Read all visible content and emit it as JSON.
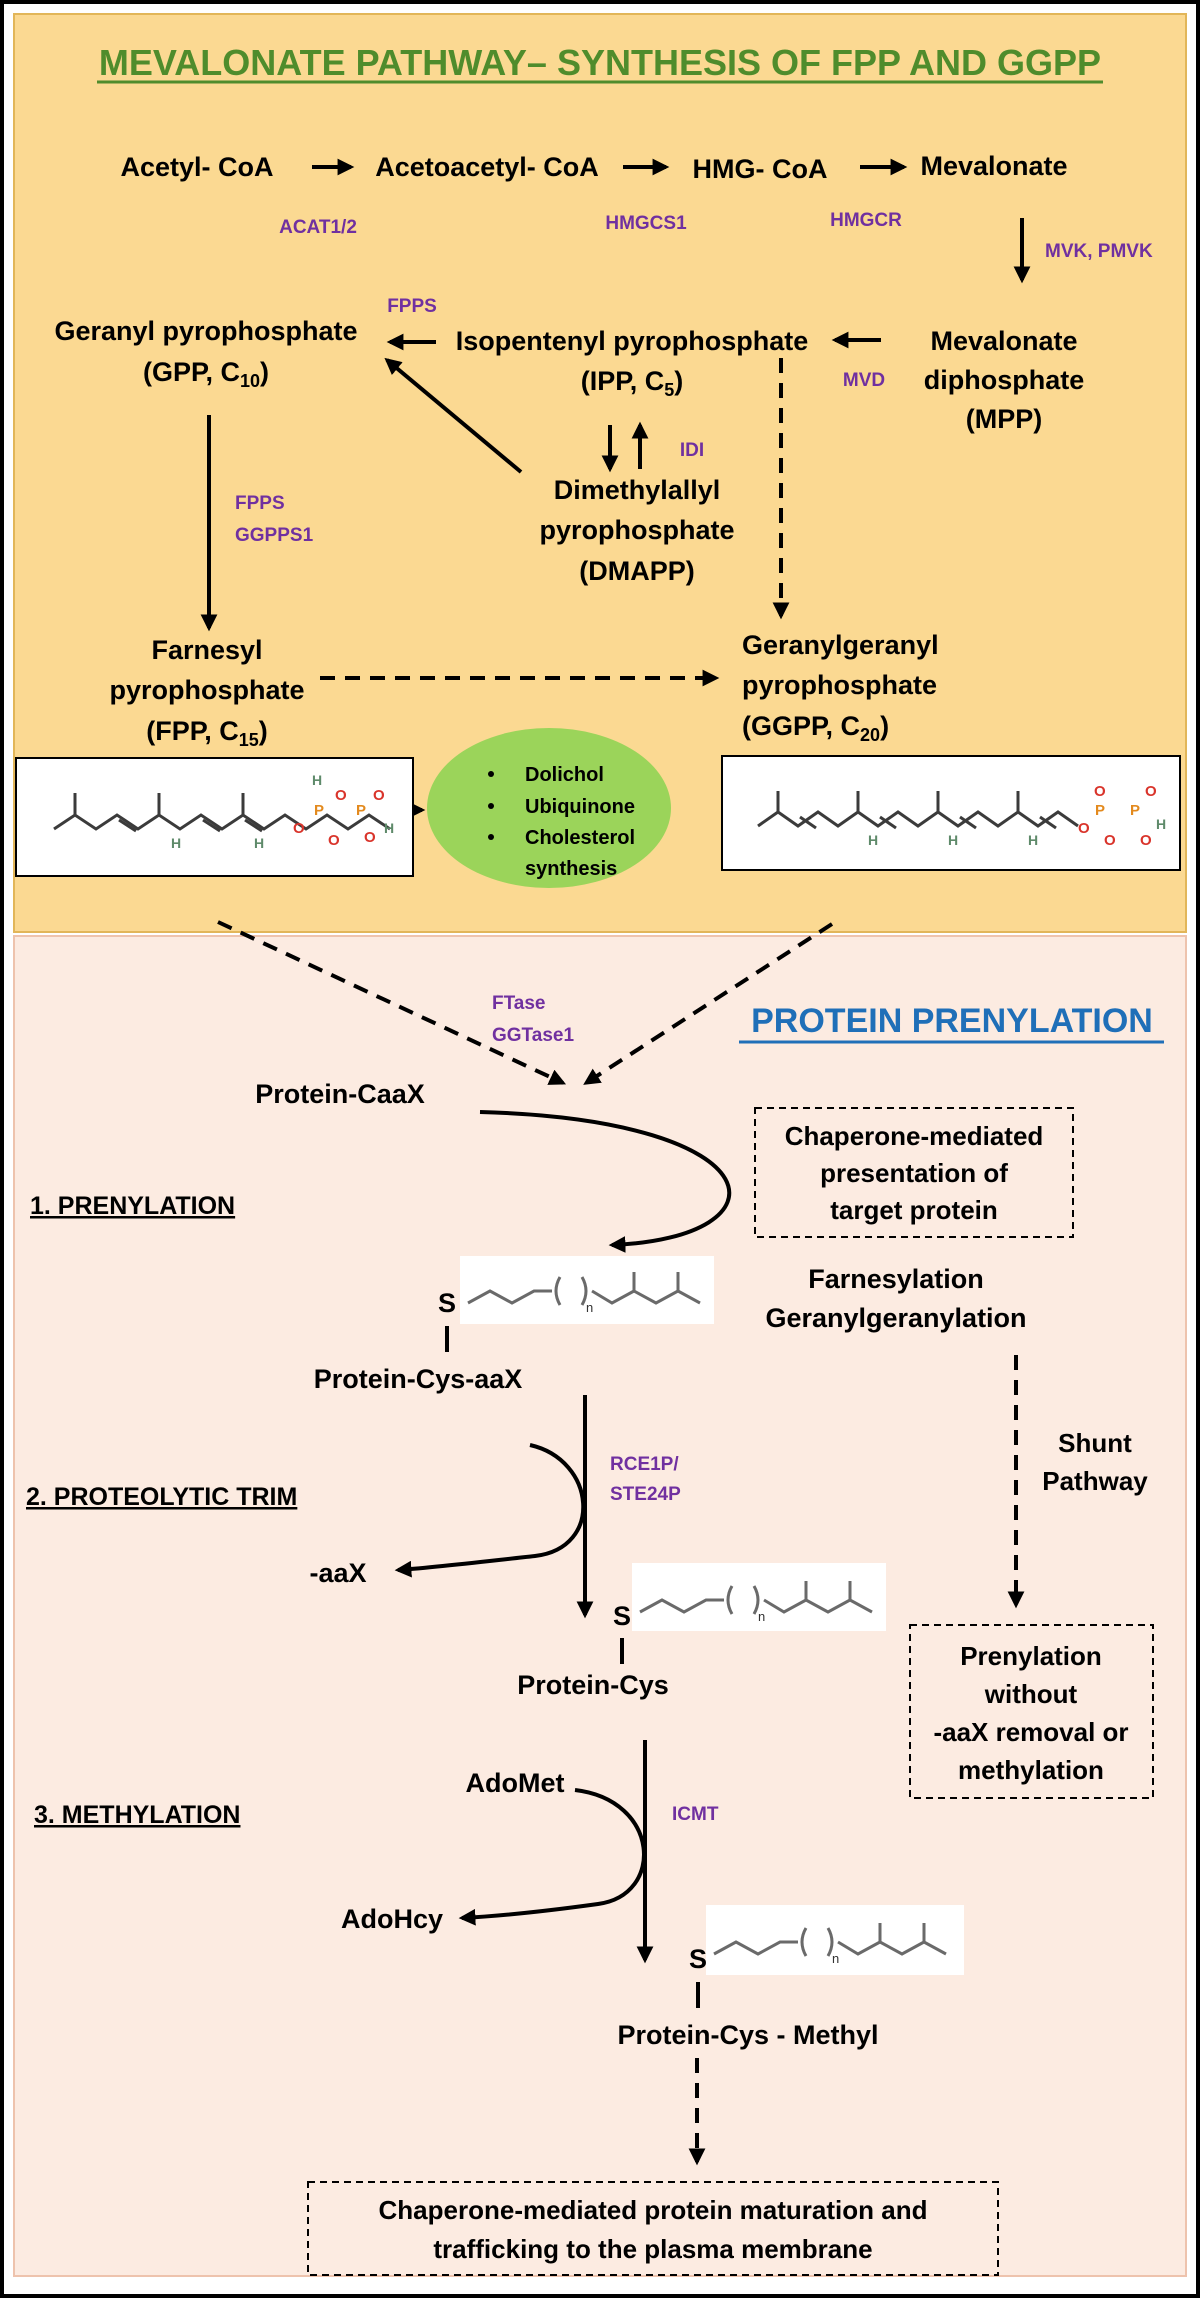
{
  "titles": {
    "mevalonate": "MEVALONATE PATHWAY– SYNTHESIS OF FPP AND GGPP",
    "prenylation": "PROTEIN PRENYLATION"
  },
  "colors": {
    "top_panel": "#fbd992",
    "bottom_panel": "#fcebe1",
    "title_green": "#4f8c2c",
    "title_blue": "#1f6fb8",
    "enzyme_purple": "#7030a0",
    "ellipse_green": "#9bd45a"
  },
  "nodes": {
    "acetyl_coa": "Acetyl- CoA",
    "acetoacetyl_coa": "Acetoacetyl- CoA",
    "hmg_coa": "HMG- CoA",
    "mevalonate": "Mevalonate",
    "mpp": [
      "Mevalonate",
      "diphosphate",
      "(MPP)"
    ],
    "ipp_name": "Isopentenyl pyrophosphate",
    "ipp_abbr": "(IPP, C",
    "ipp_sub": "5",
    "gpp_name": "Geranyl pyrophosphate",
    "gpp_abbr": "(GPP, C",
    "gpp_sub": "10",
    "dmapp": [
      "Dimethylallyl",
      "pyrophosphate",
      "(DMAPP)"
    ],
    "fpp_lines": [
      "Farnesyl",
      "pyrophosphate"
    ],
    "fpp_abbr": "(FPP, C",
    "fpp_sub": "15",
    "ggpp_lines": [
      "Geranylgeranyl",
      "pyrophosphate"
    ],
    "ggpp_abbr": "(GGPP, C",
    "ggpp_sub": "20",
    "close_paren": ")"
  },
  "enzymes": {
    "acat": "ACAT1/2",
    "hmgcs": "HMGCS1",
    "hmgcr": "HMGCR",
    "mvk": "MVK, PMVK",
    "mvd": "MVD",
    "fpps_top": "FPPS",
    "idi": "IDI",
    "fpps": "FPPS",
    "ggpps": "GGPPS1",
    "ftase": "FTase",
    "ggtase": "GGTase1",
    "rce": "RCE1P/",
    "ste": "STE24P",
    "icmt": "ICMT"
  },
  "products_list": [
    "Dolichol",
    "Ubiquinone",
    "Cholesterol",
    "synthesis"
  ],
  "structure_atoms": {
    "o": "O",
    "p": "P",
    "h": "H"
  },
  "prenylation": {
    "protein_caax": "Protein-CaaX",
    "step1": "1. PRENYLATION",
    "chaperone_box": [
      "Chaperone-mediated",
      "presentation of",
      "target protein"
    ],
    "farnesylation": "Farnesylation",
    "geranylgeranylation": "Geranylgeranylation",
    "s_label": "S",
    "n_label": "n",
    "protein_cys_aax": "Protein-Cys-aaX",
    "step2": "2. PROTEOLYTIC TRIM",
    "aax": "-aaX",
    "shunt": [
      "Shunt",
      "Pathway"
    ],
    "protein_cys": "Protein-Cys",
    "shunt_box": [
      "Prenylation",
      "without",
      "-aaX removal or",
      "methylation"
    ],
    "step3": "3. METHYLATION",
    "adomet": "AdoMet",
    "adohcy": "AdoHcy",
    "protein_cys_methyl": "Protein-Cys - Methyl",
    "final_box": [
      "Chaperone-mediated protein maturation and",
      "trafficking to the plasma membrane"
    ]
  }
}
